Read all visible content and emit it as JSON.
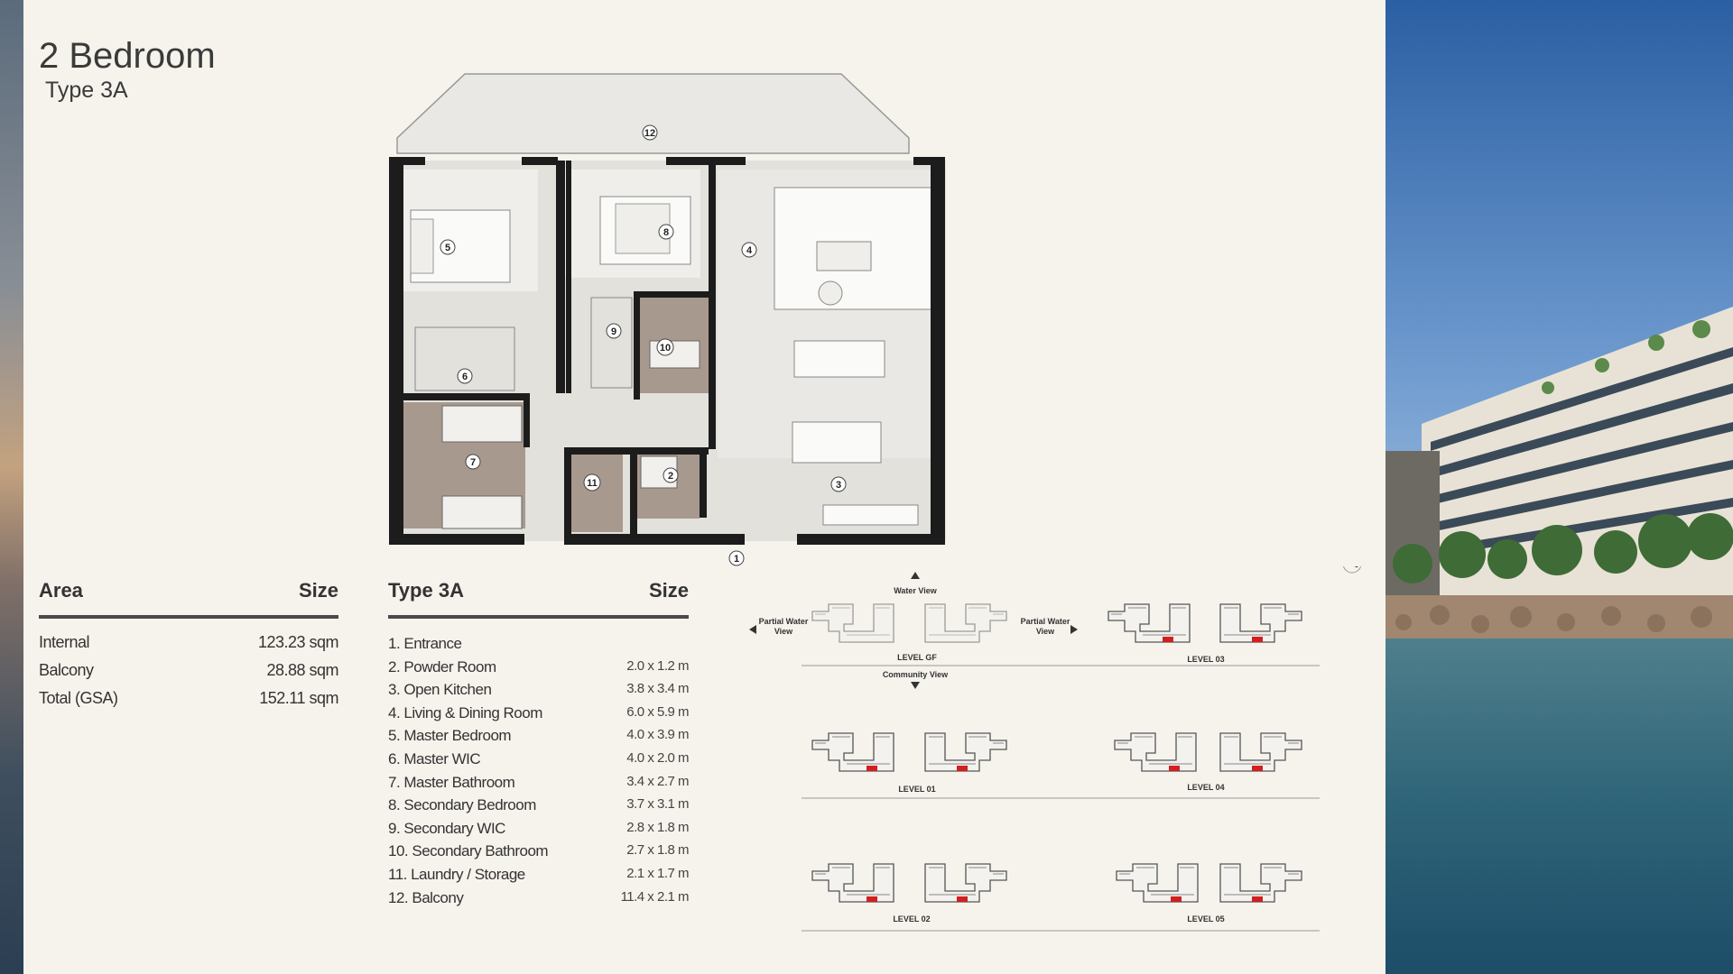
{
  "title": "2 Bedroom",
  "subtitle": "Type 3A",
  "area_table": {
    "header_left": "Area",
    "header_right": "Size",
    "rows": [
      {
        "label": "Internal",
        "value": "123.23 sqm"
      },
      {
        "label": "Balcony",
        "value": "28.88 sqm"
      },
      {
        "label": "Total (GSA)",
        "value": "152.11 sqm"
      }
    ]
  },
  "room_table": {
    "header_left": "Type 3A",
    "header_right": "Size",
    "rows": [
      {
        "label": "1.  Entrance",
        "size": ""
      },
      {
        "label": "2.  Powder Room",
        "size": "2.0 x 1.2 m"
      },
      {
        "label": "3.  Open Kitchen",
        "size": "3.8 x 3.4 m"
      },
      {
        "label": "4.  Living & Dining Room",
        "size": "6.0 x 5.9 m"
      },
      {
        "label": "5.  Master Bedroom",
        "size": "4.0 x 3.9 m"
      },
      {
        "label": "6.  Master WIC",
        "size": "4.0 x 2.0 m"
      },
      {
        "label": "7.  Master Bathroom",
        "size": "3.4 x 2.7 m"
      },
      {
        "label": "8.  Secondary Bedroom",
        "size": "3.7 x 3.1 m"
      },
      {
        "label": "9.  Secondary WIC",
        "size": "2.8 x 1.8 m"
      },
      {
        "label": "10. Secondary Bathroom",
        "size": "2.7 x 1.8 m"
      },
      {
        "label": "11. Laundry / Storage",
        "size": "2.1 x 1.7 m"
      },
      {
        "label": "12. Balcony",
        "size": "11.4 x 2.1 m"
      }
    ]
  },
  "floorplan": {
    "room_numbers": [
      "1",
      "2",
      "3",
      "4",
      "5",
      "6",
      "7",
      "8",
      "9",
      "10",
      "11",
      "12"
    ]
  },
  "keyplan": {
    "water_view": "Water View",
    "community_view": "Community View",
    "partial_water_left": [
      "Partial Water",
      "View"
    ],
    "partial_water_right": [
      "Partial Water",
      "View"
    ],
    "levels": [
      "LEVEL GF",
      "LEVEL 01",
      "LEVEL 02",
      "LEVEL 03",
      "LEVEL 04",
      "LEVEL 05"
    ],
    "north_label": "N"
  },
  "colors": {
    "background": "#f6f3ec",
    "wall": "#1c1c1c",
    "wet_area": "#a8998f",
    "unit_highlight": "#d21f1f"
  }
}
